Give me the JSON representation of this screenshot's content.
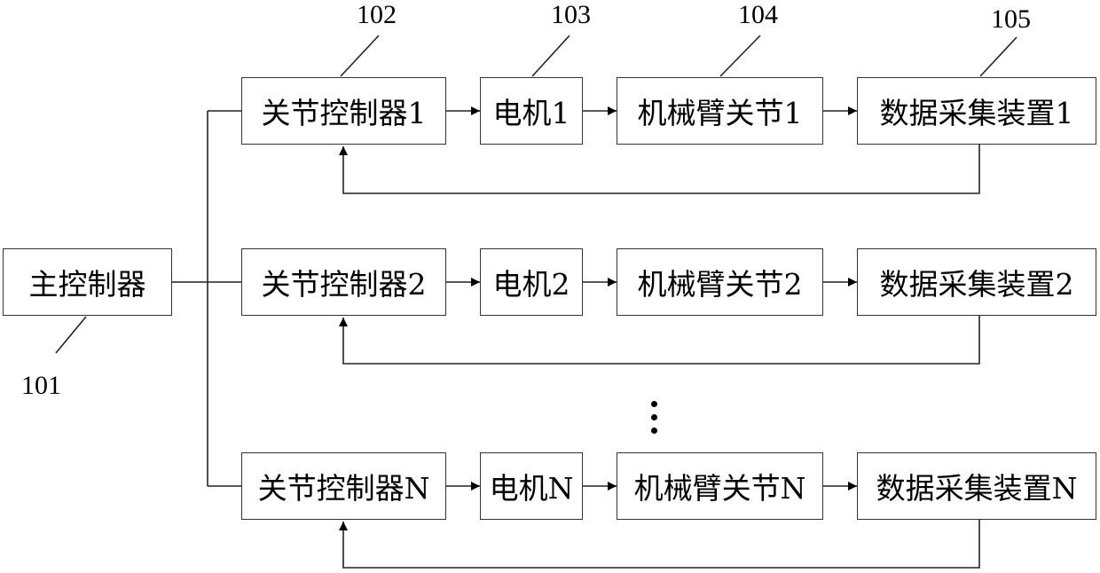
{
  "main_controller": {
    "label": "主控制器",
    "ref": "101"
  },
  "refs": {
    "joint_controller": "102",
    "motor": "103",
    "arm_joint": "104",
    "data_acquisition": "105"
  },
  "rows": [
    {
      "joint_controller": "关节控制器1",
      "motor": "电机1",
      "arm_joint": "机械臂关节1",
      "data_acquisition": "数据采集装置1"
    },
    {
      "joint_controller": "关节控制器2",
      "motor": "电机2",
      "arm_joint": "机械臂关节2",
      "data_acquisition": "数据采集装置2"
    },
    {
      "joint_controller": "关节控制器N",
      "motor": "电机N",
      "arm_joint": "机械臂关节N",
      "data_acquisition": "数据采集装置N"
    }
  ],
  "ellipsis": "⋮"
}
